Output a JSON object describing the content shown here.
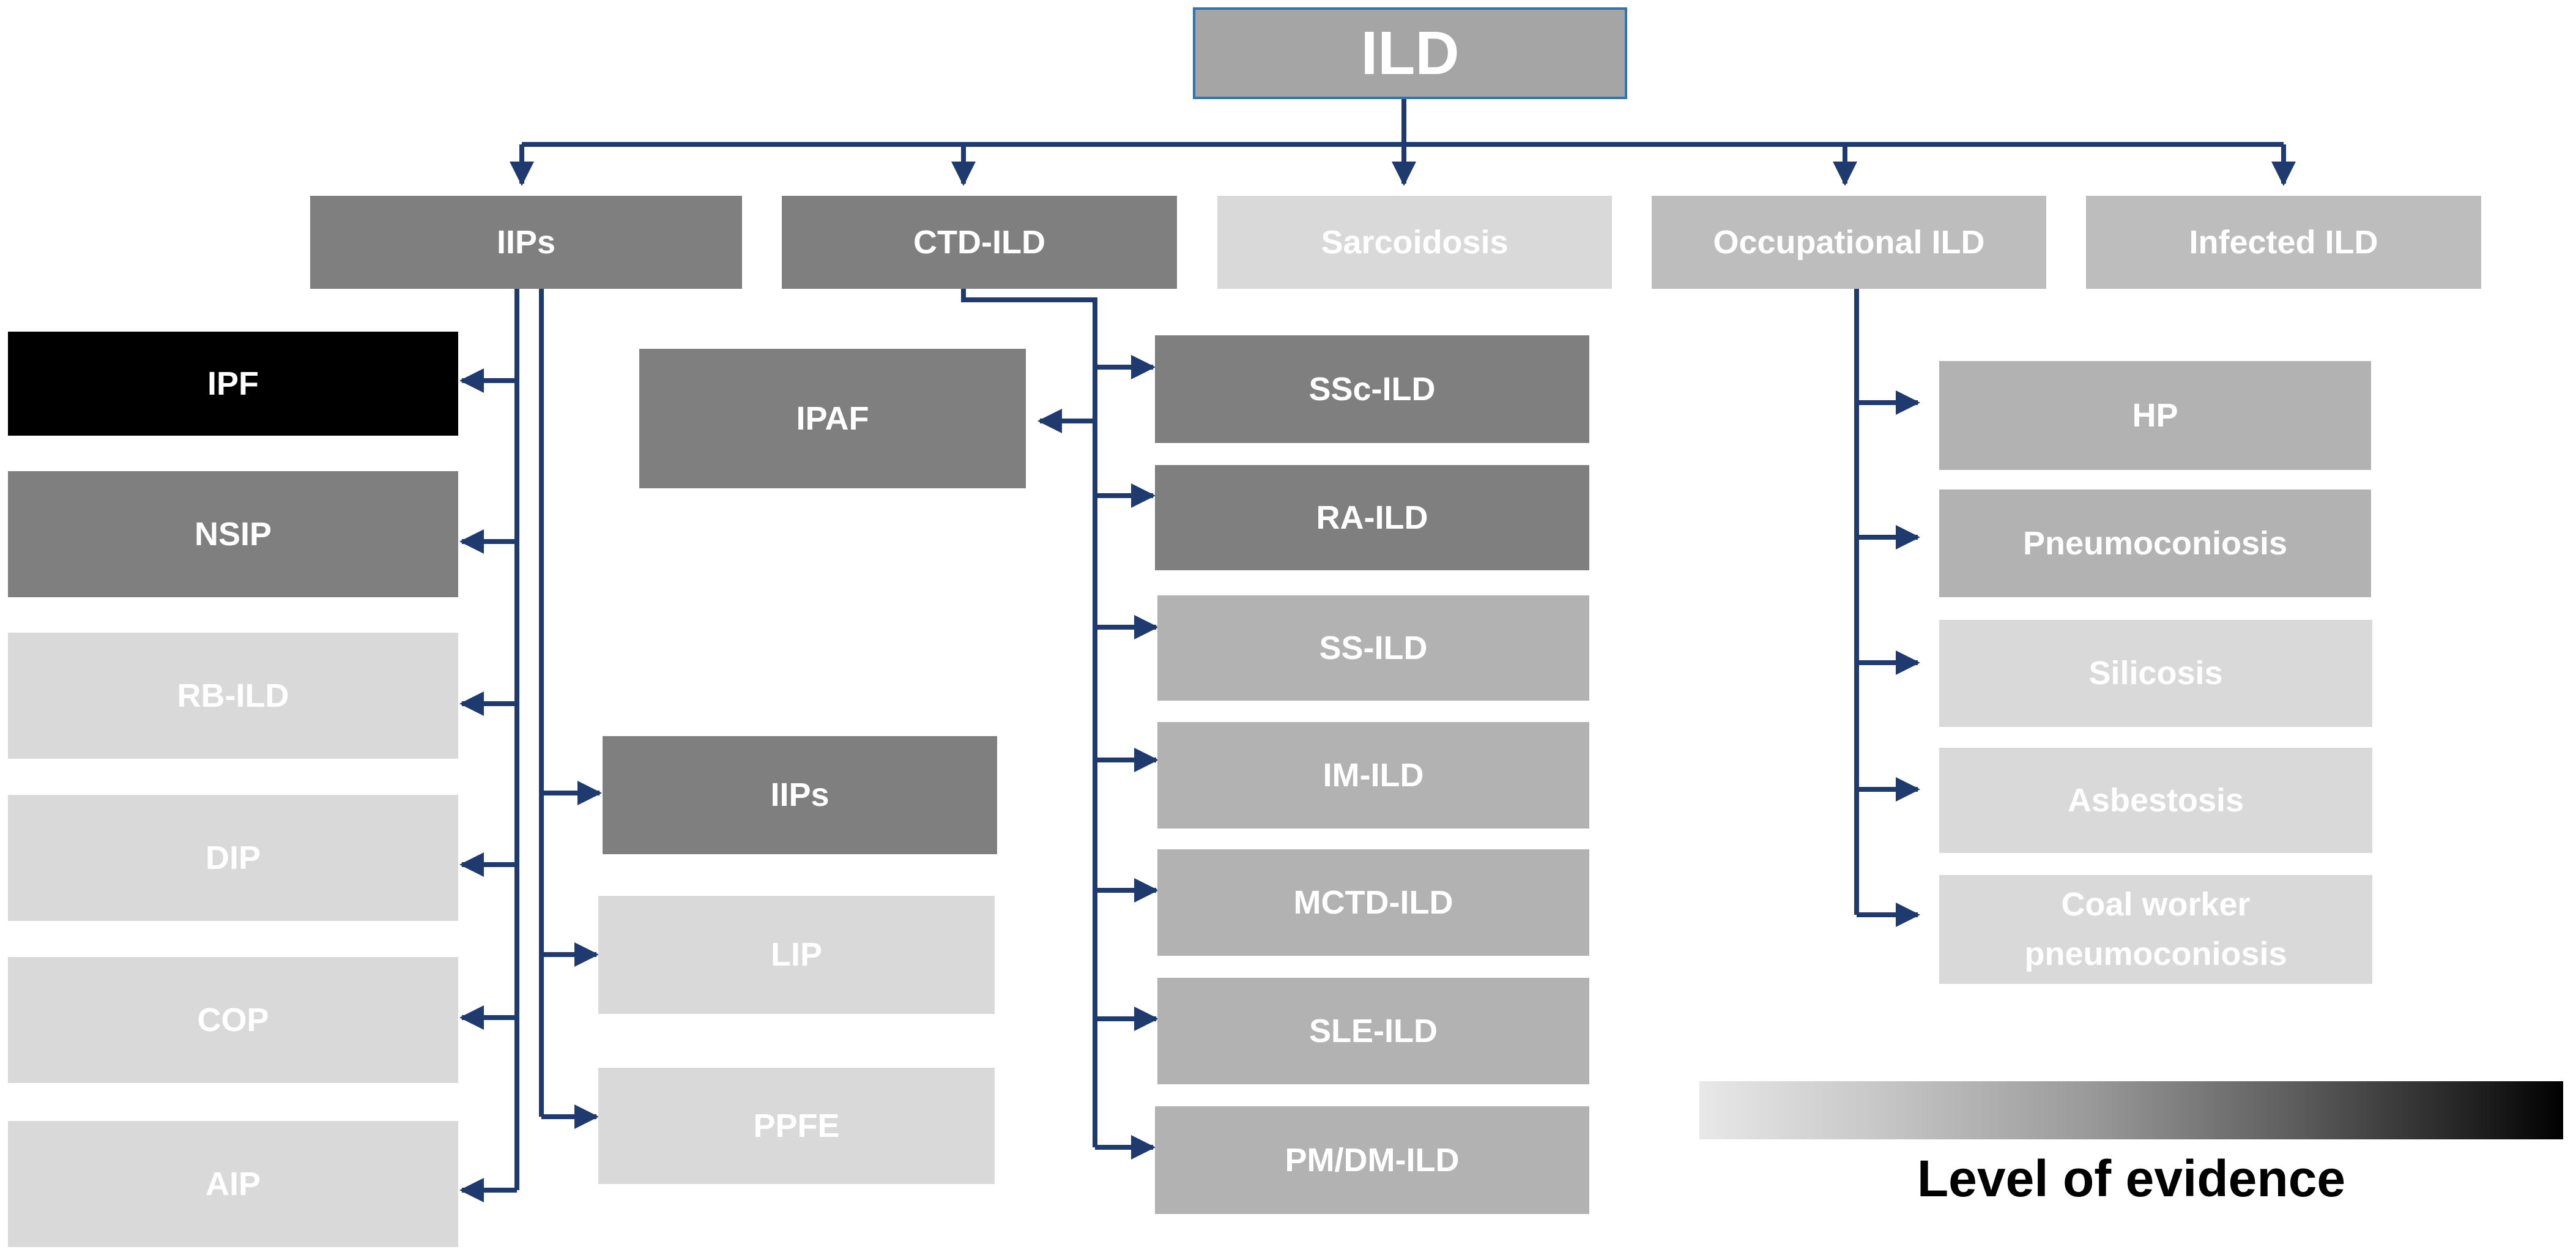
{
  "root": {
    "label": "ILD"
  },
  "categories": {
    "iips": "IIPs",
    "ctd": "CTD-ILD",
    "sarcoidosis": "Sarcoidosis",
    "occupational": "Occupational ILD",
    "infected": "Infected ILD"
  },
  "iips_major": {
    "ipf": "IPF",
    "nsip": "NSIP",
    "rbild": "RB-ILD",
    "dip": "DIP",
    "cop": "COP",
    "aip": "AIP"
  },
  "iips_rare": {
    "iips": "IIPs",
    "lip": "LIP",
    "ppfe": "PPFE"
  },
  "ctd_items": {
    "ipaf": "IPAF",
    "ssc": "SSc-ILD",
    "ra": "RA-ILD",
    "ss": "SS-ILD",
    "im": "IM-ILD",
    "mctd": "MCTD-ILD",
    "sle": "SLE-ILD",
    "pmdm": "PM/DM-ILD"
  },
  "occupational_items": {
    "hp": "HP",
    "pneumoconiosis": "Pneumoconiosis",
    "silicosis": "Silicosis",
    "asbestosis": "Asbestosis",
    "coal": "Coal worker pneumoconiosis"
  },
  "legend": {
    "label": "Level of evidence"
  },
  "colors": {
    "connector": "#1f3a6e",
    "root_border": "#2e75b6",
    "highest": "#000000",
    "high": "#7f7f7f",
    "medium": "#b2b2b2",
    "low": "#d9d9d9"
  }
}
